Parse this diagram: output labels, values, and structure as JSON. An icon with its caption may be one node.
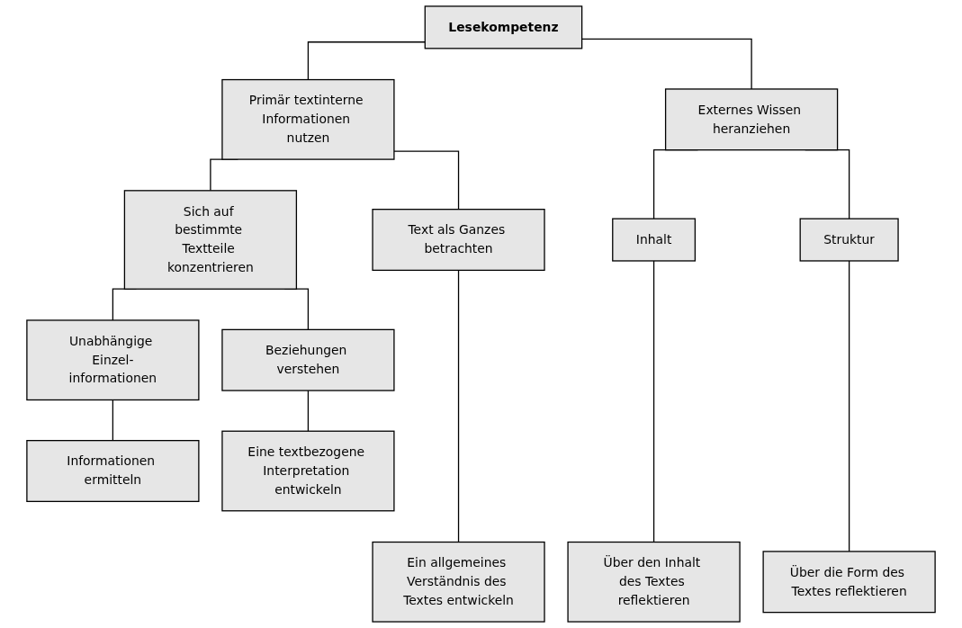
{
  "diagram": {
    "nodes": [
      {
        "text": [
          "Lesekompetenz"
        ]
      },
      {
        "text": [
          "Primär textinterne Informationen nutzen"
        ]
      },
      {
        "text": [
          "Externes Wissen heranziehen"
        ]
      },
      {
        "text": [
          "Text als Ganzes betrachten"
        ]
      },
      {
        "text": [
          "Sich auf bestimmte Textteile konzentrieren"
        ]
      },
      {
        "text": [
          "Inhalt"
        ]
      },
      {
        "text": [
          "Struktur"
        ]
      },
      {
        "text": [
          "Unabhängige Einzel-informationen"
        ]
      },
      {
        "text": [
          "Beziehungen verstehen"
        ]
      },
      {
        "text": [
          "Ein allgemeines Verständnis des Textes entwickeln"
        ]
      },
      {
        "text": [
          "Informationen ermitteln"
        ]
      },
      {
        "text": [
          "Eine textbezogene Interpretation entwickeln"
        ]
      },
      {
        "text": [
          "Über den Inhalt des Textes reflektieren"
        ]
      },
      {
        "text": [
          "Über die Form des Textes reflektieren"
        ]
      }
    ],
    "edges": [
      {
        "from": 0,
        "to": 1,
        "arrow": "none"
      },
      {
        "from": 0,
        "to": 2,
        "arrow": "none"
      },
      {
        "from": 1,
        "to": 3,
        "arrow": "none"
      },
      {
        "from": 1,
        "to": 4,
        "arrow": "none"
      },
      {
        "from": 2,
        "to": 5,
        "arrow": "none"
      },
      {
        "from": 2,
        "to": 6,
        "arrow": "none"
      },
      {
        "from": 3,
        "to": 9,
        "arrow": "none"
      },
      {
        "from": 4,
        "to": 7,
        "arrow": "none"
      },
      {
        "from": 4,
        "to": 8,
        "arrow": "none"
      },
      {
        "from": 7,
        "to": 10,
        "arrow": "none"
      },
      {
        "from": 8,
        "to": 11,
        "arrow": "none"
      },
      {
        "from": 5,
        "to": 12,
        "arrow": "none"
      },
      {
        "from": 6,
        "to": 13,
        "arrow": "none"
      }
    ]
  }
}
